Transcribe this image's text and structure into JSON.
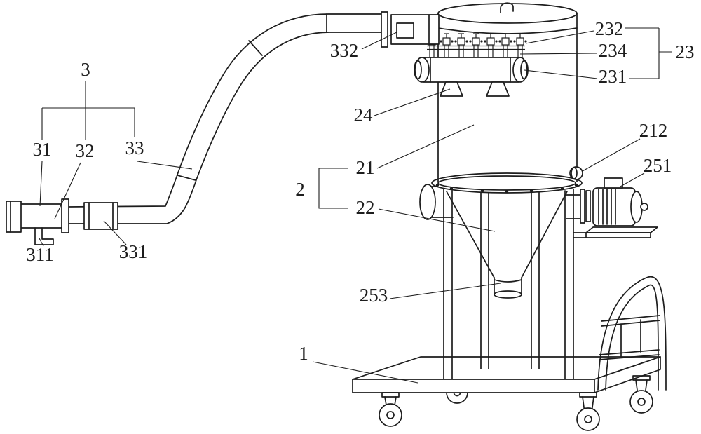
{
  "figure": {
    "drawing_type": "technical-patent-line-drawing",
    "subject": "pulse-jet dust collector on wheeled trolley with suction pipe and blower",
    "line_color": "#1d1d1d",
    "background_color": "#ffffff"
  },
  "reference_labels": {
    "r3": "3",
    "r31": "31",
    "r32": "32",
    "r33": "33",
    "r311": "311",
    "r331": "331",
    "r332": "332",
    "r232": "232",
    "r234": "234",
    "r23": "23",
    "r231": "231",
    "r24": "24",
    "r21": "21",
    "r2": "2",
    "r22": "22",
    "r212": "212",
    "r251": "251",
    "r253": "253",
    "r1": "1"
  }
}
